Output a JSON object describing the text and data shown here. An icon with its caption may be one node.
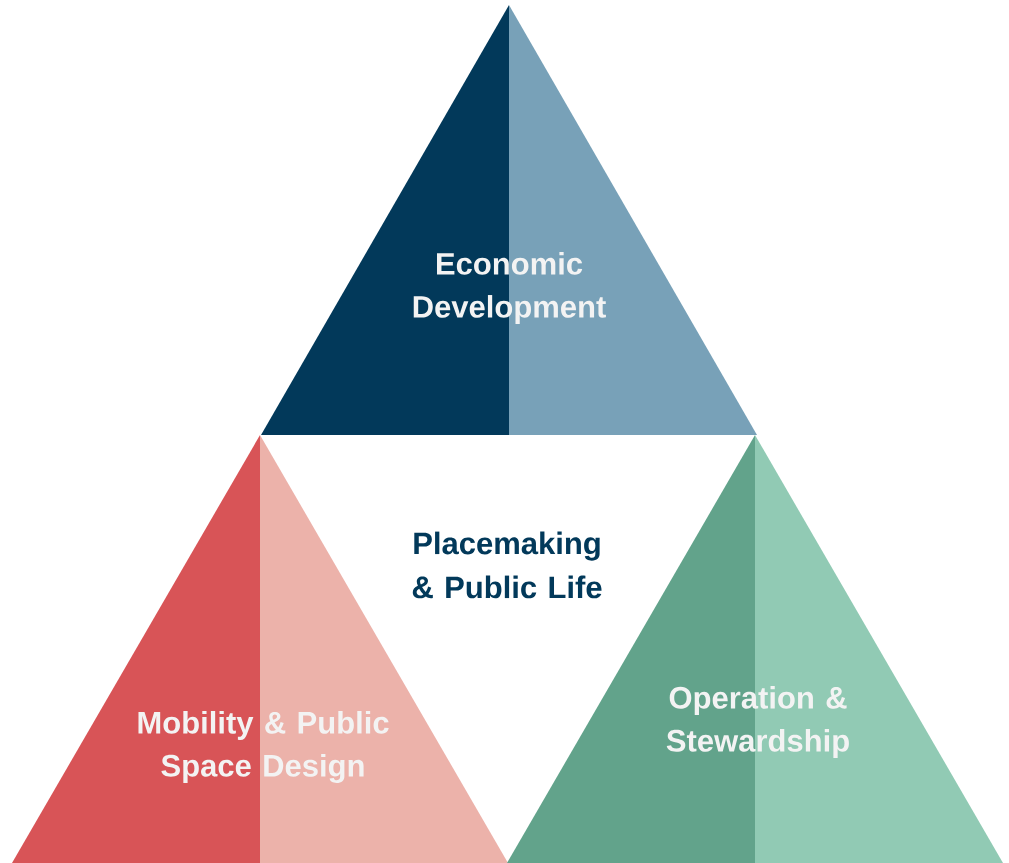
{
  "diagram": {
    "nodes": [
      {
        "text": [
          "Economic Development"
        ]
      },
      {
        "text": [
          "Mobility & Public Space Design"
        ]
      },
      {
        "text": [
          "Operation & Stewardship"
        ]
      }
    ],
    "labels": [
      "Placemaking & Public Life"
    ]
  }
}
